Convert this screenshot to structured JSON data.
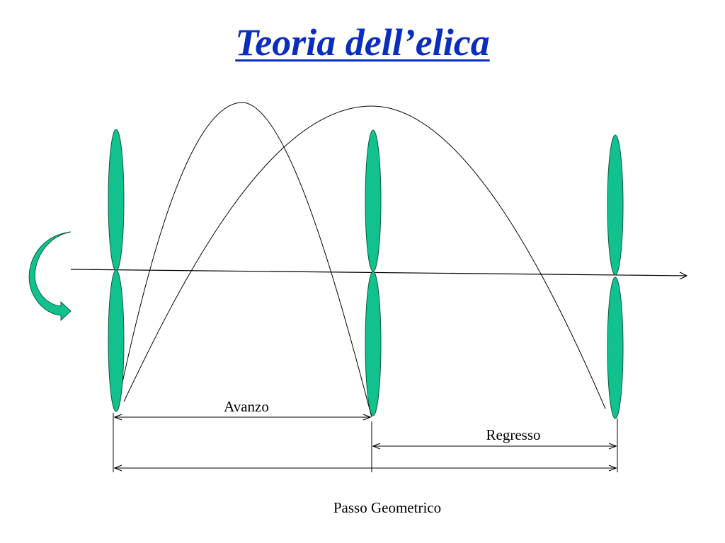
{
  "title": "Teoria dell’elica",
  "labels": {
    "avanzo": "Avanzo",
    "regresso": "Regresso",
    "passo": "Passo Geometrico"
  },
  "colors": {
    "title": "#0b2dbf",
    "blade_fill": "#11c28f",
    "blade_stroke": "#0b5a40",
    "line": "#000000"
  },
  "icons": {
    "rotation": "curved-rotation-arrow-icon",
    "axis": "axis-arrow"
  }
}
